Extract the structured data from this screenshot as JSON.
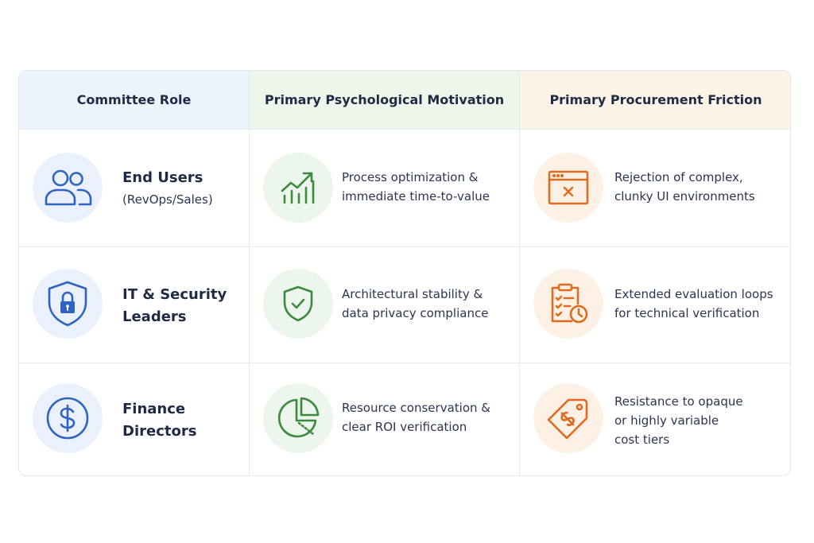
{
  "header": {
    "col_role": "Committee Role",
    "col_motivation": "Primary Psychological Motivation",
    "col_friction": "Primary Procurement Friction"
  },
  "rows": [
    {
      "role_icon": "users-icon",
      "role_line1": "End Users",
      "role_line2": "(RevOps/Sales)",
      "motivation_icon": "growth-chart-icon",
      "motivation_line1": "Process optimization &",
      "motivation_line2": "immediate time-to-value",
      "friction_icon": "error-window-icon",
      "friction_line1": "Rejection of complex,",
      "friction_line2": "clunky UI environments"
    },
    {
      "role_icon": "shield-lock-icon",
      "role_line1": "IT & Security",
      "role_line2": "Leaders",
      "motivation_icon": "shield-check-icon",
      "motivation_line1": "Architectural stability &",
      "motivation_line2": "data privacy compliance",
      "friction_icon": "checklist-clock-icon",
      "friction_line1": "Extended evaluation loops",
      "friction_line2": "for technical verification"
    },
    {
      "role_icon": "dollar-circle-icon",
      "role_line1": "Finance",
      "role_line2": "Directors",
      "motivation_icon": "pie-chart-icon",
      "motivation_line1": "Resource conservation &",
      "motivation_line2": "clear ROI verification",
      "friction_icon": "price-tag-icon",
      "friction_line1": "Resistance to opaque",
      "friction_line2": "or highly variable",
      "friction_line3": "cost tiers"
    }
  ],
  "colors": {
    "blue": "#2f63c2",
    "green": "#3c8a3f",
    "orange": "#e06a1f"
  }
}
